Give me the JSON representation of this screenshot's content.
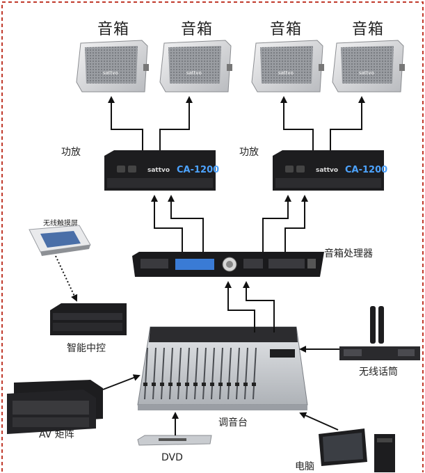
{
  "labels": {
    "speaker_1": "音箱",
    "speaker_2": "音箱",
    "speaker_3": "音箱",
    "speaker_4": "音箱",
    "amp_left": "功放",
    "amp_right": "功放",
    "processor": "音箱处理器",
    "touchscreen": "无线触摸屏",
    "central_control": "智能中控",
    "wireless_mic": "无线话筒",
    "av_matrix": "AV 矩阵",
    "mixer": "调音台",
    "dvd": "DVD",
    "computer": "电脑"
  },
  "device_text": {
    "speaker_brand": "sattvo",
    "amp_brand": "sattvo",
    "amp_model": "CA-1200"
  },
  "colors": {
    "border_dashed": "#c0392b",
    "line": "#111111",
    "dark_device": "#1d1d1f",
    "speaker_body": "#d9dadc",
    "mixer_body": "#c9ccd0",
    "lcd_blue": "#3a7bd5"
  }
}
